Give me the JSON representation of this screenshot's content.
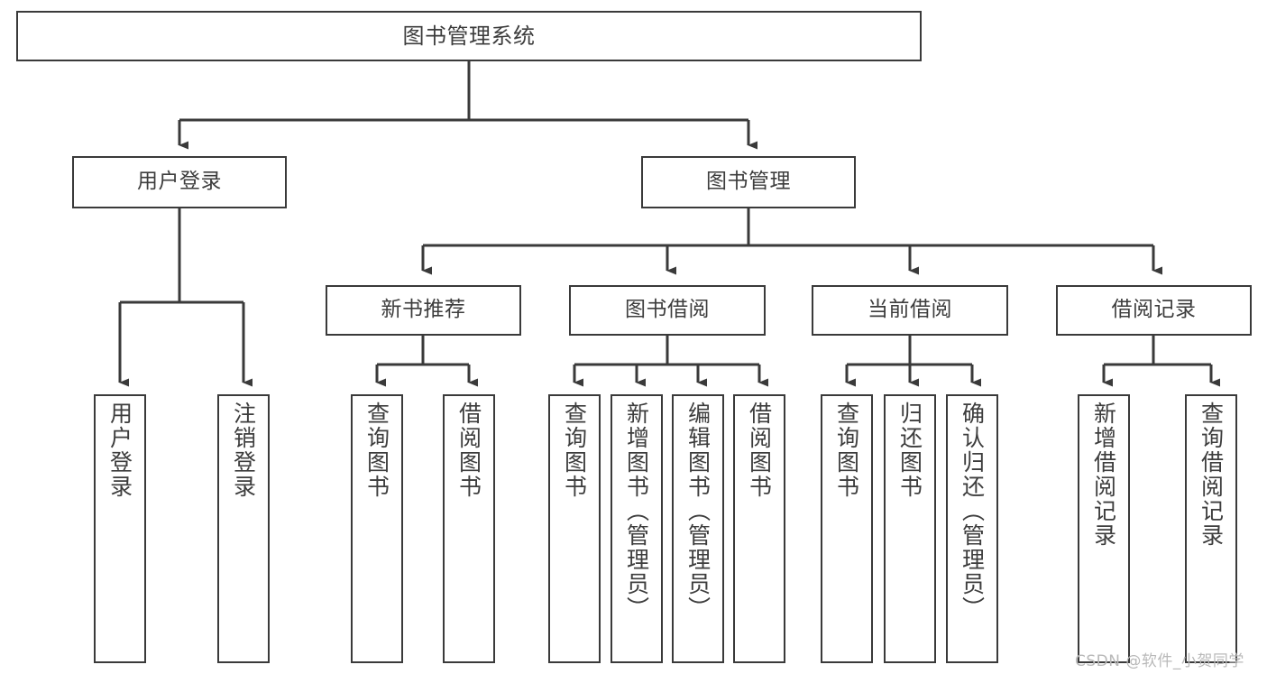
{
  "diagram": {
    "title": "图书管理系统",
    "type": "hierarchy-tree",
    "orientation": "top-down",
    "colors": {
      "box_border": "#3a3a3a",
      "box_fill": "#ffffff",
      "edge": "#3a3a3a",
      "text": "#3d3d3d",
      "background": "#ffffff",
      "watermark": "#b9b9b9"
    },
    "levels": {
      "root": {
        "label": "图书管理系统"
      },
      "level2": [
        {
          "id": "user-login",
          "label": "用户登录"
        },
        {
          "id": "book-manage",
          "label": "图书管理"
        }
      ],
      "level3": [
        {
          "id": "new-book-recommend",
          "label": "新书推荐",
          "parent": "book-manage"
        },
        {
          "id": "book-borrow",
          "label": "图书借阅",
          "parent": "book-manage"
        },
        {
          "id": "current-borrow",
          "label": "当前借阅",
          "parent": "book-manage"
        },
        {
          "id": "borrow-record",
          "label": "借阅记录",
          "parent": "book-manage"
        }
      ],
      "leaves": [
        {
          "id": "leaf-user-login",
          "label": "用户登录",
          "parent": "user-login"
        },
        {
          "id": "leaf-logout-login",
          "label": "注销登录",
          "parent": "user-login"
        },
        {
          "id": "leaf-query-book-1",
          "label": "查询图书",
          "parent": "new-book-recommend"
        },
        {
          "id": "leaf-borrow-book-1",
          "label": "借阅图书",
          "parent": "new-book-recommend"
        },
        {
          "id": "leaf-query-book-2",
          "label": "查询图书",
          "parent": "book-borrow"
        },
        {
          "id": "leaf-add-book",
          "label": "新增图书（管理员）",
          "parent": "book-borrow"
        },
        {
          "id": "leaf-edit-book",
          "label": "编辑图书（管理员）",
          "parent": "book-borrow"
        },
        {
          "id": "leaf-borrow-book-2",
          "label": "借阅图书",
          "parent": "book-borrow"
        },
        {
          "id": "leaf-query-book-3",
          "label": "查询图书",
          "parent": "current-borrow"
        },
        {
          "id": "leaf-return-book",
          "label": "归还图书",
          "parent": "current-borrow"
        },
        {
          "id": "leaf-confirm-return",
          "label": "确认归还（管理员）",
          "parent": "current-borrow"
        },
        {
          "id": "leaf-add-record",
          "label": "新增借阅记录",
          "parent": "borrow-record"
        },
        {
          "id": "leaf-query-record",
          "label": "查询借阅记录",
          "parent": "borrow-record"
        }
      ]
    }
  },
  "watermark": {
    "text": "CSDN @软件_小贺同学"
  }
}
